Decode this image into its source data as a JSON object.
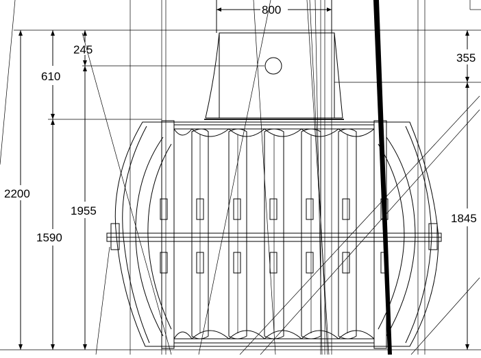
{
  "dimensions": {
    "top_width": "800",
    "riser_offset": "245",
    "riser_height": "610",
    "right_upper": "355",
    "overall_height": "2200",
    "tank_height_outer": "1955",
    "tank_height_inner": "1590",
    "right_height": "1845"
  },
  "colors": {
    "line": "#000000",
    "background": "#ffffff"
  }
}
